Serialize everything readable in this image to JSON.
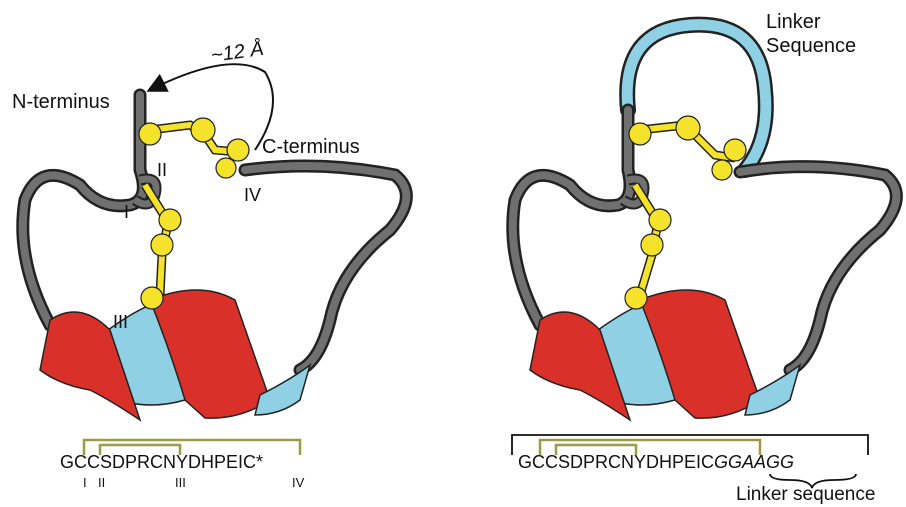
{
  "colors": {
    "backbone": "#707070",
    "backbone_outline": "#222222",
    "disulfide_atom": "#f5e22a",
    "helix_red": "#d9302a",
    "strand_blue": "#8fd0e4",
    "linker_blue": "#8fd0e4",
    "bracket": "#9a9a4a"
  },
  "left_panel": {
    "distance_label": "~12 Å",
    "n_terminus": "N-terminus",
    "c_terminus": "C-terminus",
    "cysteine_labels": [
      "I",
      "II",
      "III",
      "IV"
    ],
    "sequence": "GCCSDPRCNYDHPEIC*",
    "sequence_index_labels": [
      "I",
      "II",
      "III",
      "IV"
    ]
  },
  "right_panel": {
    "linker_title_line1": "Linker",
    "linker_title_line2": "Sequence",
    "sequence_main": "GCCSDPRCNYDHPEIC",
    "sequence_linker": "GGAAGG",
    "linker_caption": "Linker sequence"
  }
}
